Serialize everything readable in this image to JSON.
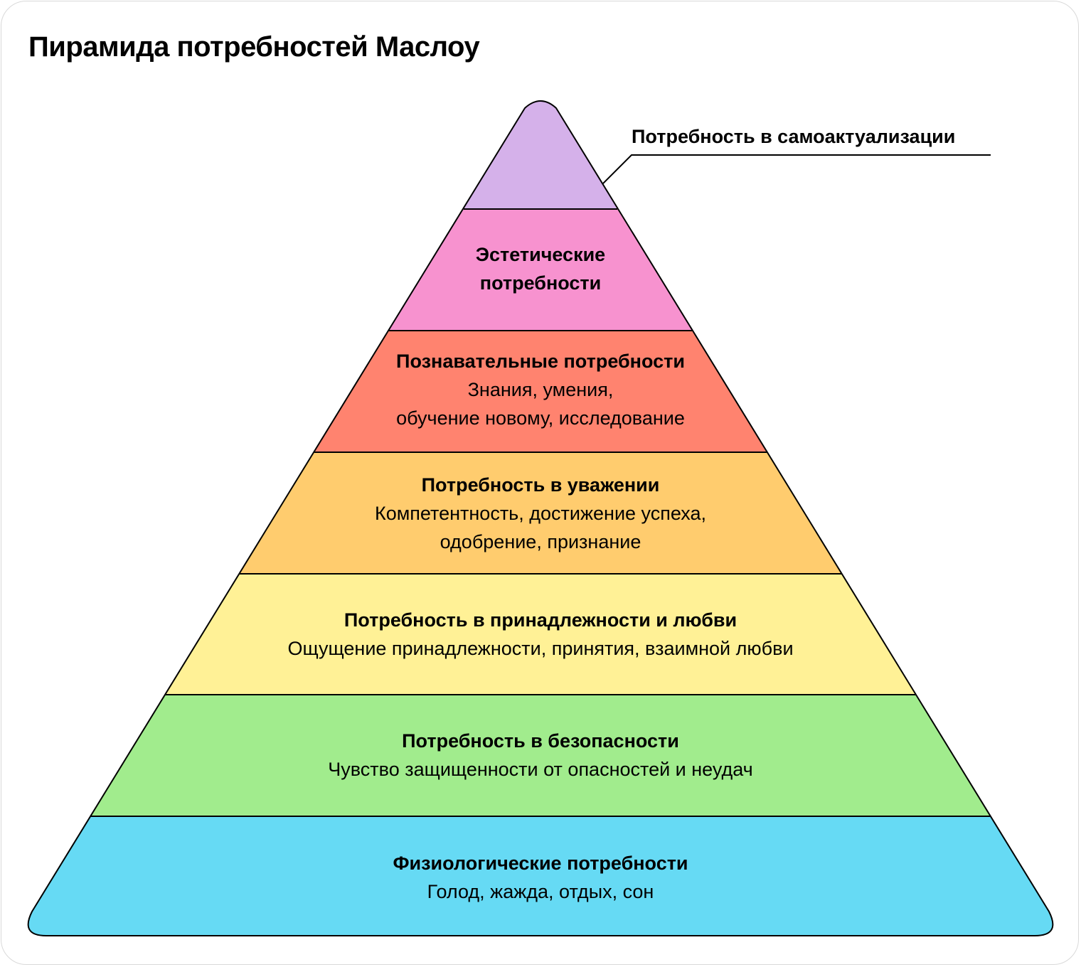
{
  "title": "Пирамида потребностей Маслоу",
  "tiers": [
    {
      "id": "self-actualization",
      "title": "Потребность в самоактуализации",
      "lines": [],
      "color": "#D5B1EA"
    },
    {
      "id": "aesthetic",
      "title": "Эстетические потребности",
      "title_lines": [
        "Эстетические",
        "потребности"
      ],
      "lines": [],
      "color": "#F792CF"
    },
    {
      "id": "cognitive",
      "title": "Познавательные потребности",
      "lines": [
        "Знания, умения,",
        "обучение новому, исследование"
      ],
      "color": "#FF836F"
    },
    {
      "id": "esteem",
      "title": "Потребность в уважении",
      "lines": [
        "Компетентность, достижение успеха,",
        "одобрение, признание"
      ],
      "color": "#FFCC6E"
    },
    {
      "id": "belonging",
      "title": "Потребность в принадлежности и любви",
      "lines": [
        "Ощущение принадлежности, принятия, взаимной любви"
      ],
      "color": "#FFF196"
    },
    {
      "id": "safety",
      "title": "Потребность в безопасности",
      "lines": [
        "Чувство защищенности от опасностей и неудач"
      ],
      "color": "#A1EC8D"
    },
    {
      "id": "physiological",
      "title": "Физиологические потребности",
      "lines": [
        "Голод, жажда, отдых, сон"
      ],
      "color": "#66DAF4"
    }
  ],
  "colors": {
    "outline": "#000000",
    "background": "#FFFFFF",
    "card_border": "#D9D9D9"
  }
}
